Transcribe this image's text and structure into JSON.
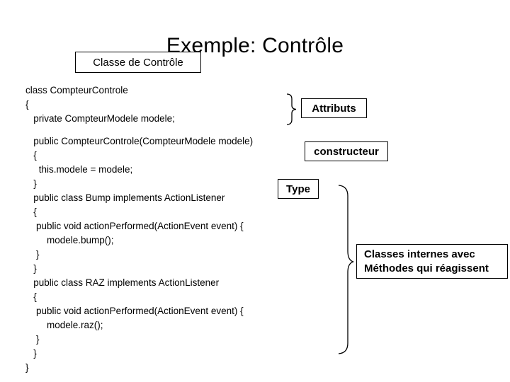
{
  "slide": {
    "title": "Exemple: Contrôle",
    "background_color": "#ffffff",
    "text_color": "#000000"
  },
  "boxes": {
    "classe_controle": "Classe de Contrôle",
    "attributs": "Attributs",
    "constructeur": "constructeur",
    "type": "Type",
    "classes_internes_line1": "Classes internes avec",
    "classes_internes_line2": "Méthodes qui réagissent"
  },
  "code": {
    "language": "java",
    "lines": [
      "class CompteurControle",
      "{",
      "   private CompteurModele modele;",
      "",
      "   public CompteurControle(CompteurModele modele)",
      "   {",
      "     this.modele = modele;",
      "   }",
      "   public class Bump implements ActionListener",
      "   {",
      "    public void actionPerformed(ActionEvent event) {",
      "        modele.bump();",
      "    }",
      "   }",
      "   public class RAZ implements ActionListener",
      "   {",
      "    public void actionPerformed(ActionEvent event) {",
      "        modele.raz();",
      "    }",
      "   }",
      "}"
    ]
  },
  "braces": {
    "attributs_brace": "}",
    "inner_classes_brace": "}"
  }
}
